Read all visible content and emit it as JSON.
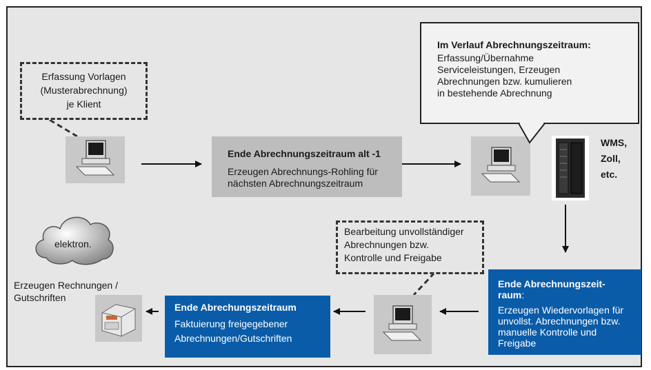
{
  "callout_templates": {
    "lines": [
      "Erfassung Vorlagen",
      "(Musterabrechnung)",
      "je Klient"
    ]
  },
  "callout_period": {
    "title": "Im Verlauf Abrechnungszeitraum:",
    "lines": [
      "Erfassung/Übernahme",
      "Serviceleistungen, Erzeugen",
      "Abrechnungen bzw. kumulieren",
      "in bestehende Abrechnung"
    ]
  },
  "box_end_old": {
    "title": "Ende Abrechnungszeitraum alt -1",
    "lines": [
      "Erzeugen Abrechnungs-Rohling für",
      "nächsten Abrechnungszeitraum"
    ]
  },
  "server_label": {
    "lines": [
      "WMS,",
      "Zoll,",
      "etc."
    ]
  },
  "cloud_label": "elektron.",
  "callout_review": {
    "lines": [
      "Bearbeitung unvollständiger",
      "Abrechnungen bzw.",
      "Kontrolle und Freigabe"
    ]
  },
  "output_label": {
    "lines": [
      "Erzeugen Rechnungen /",
      "Gutschriften"
    ]
  },
  "box_end_period": {
    "title_lines": [
      "Ende Abrechnungszeit-",
      "raum"
    ],
    "title_suffix": ":",
    "lines": [
      "Erzeugen Wiedervorlagen für",
      "unvollst. Abrechnungen bzw.",
      "manuelle Kontrolle und",
      "Freigabe"
    ]
  },
  "box_invoice": {
    "title": "Ende Abrechungszeitraum",
    "lines": [
      "Faktuierung freigegebener",
      "Abrechnungen/Gutschriften"
    ]
  },
  "colors": {
    "blue": "#0a5ca8",
    "gray_box": "#bdbdbd",
    "background": "#e6e6e6"
  }
}
